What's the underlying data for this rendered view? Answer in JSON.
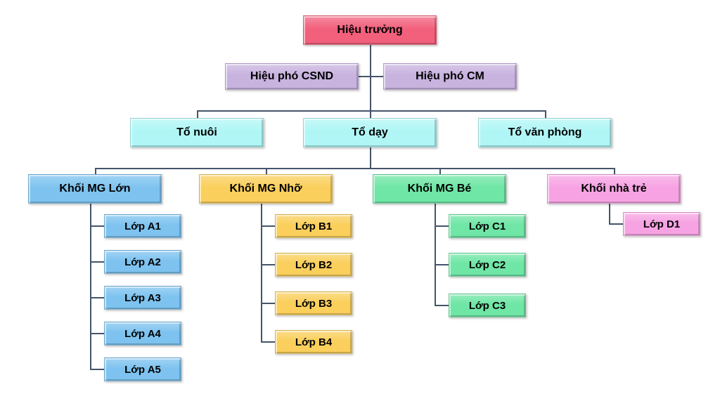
{
  "diagram": {
    "type": "org-chart",
    "root": {
      "label": "Hiệu trưởng",
      "color": "#F2607C"
    },
    "deputies": [
      {
        "label": "Hiệu phó CSND",
        "color": "#C8B3DF"
      },
      {
        "label": "Hiệu phó CM",
        "color": "#C8B3DF"
      }
    ],
    "teams": [
      {
        "label": "Tổ nuôi",
        "color": "#B0F6F6"
      },
      {
        "label": "Tổ dạy",
        "color": "#B0F6F6"
      },
      {
        "label": "Tổ văn phòng",
        "color": "#B0F6F6"
      }
    ],
    "groups": [
      {
        "label": "Khối MG Lớn",
        "color": "#7EC3EF",
        "classes": [
          "Lớp A1",
          "Lớp A2",
          "Lớp A3",
          "Lớp A4",
          "Lớp A5"
        ]
      },
      {
        "label": "Khối MG Nhỡ",
        "color": "#FACF5C",
        "classes": [
          "Lớp B1",
          "Lớp B2",
          "Lớp B3",
          "Lớp B4"
        ]
      },
      {
        "label": "Khối MG Bé",
        "color": "#6FE6A5",
        "classes": [
          "Lớp C1",
          "Lớp C2",
          "Lớp C3"
        ]
      },
      {
        "label": "Khối nhà trẻ",
        "color": "#F7A3E3",
        "classes": [
          "Lớp D1"
        ]
      }
    ],
    "line_color": "#44546A",
    "background": "#FFFFFF"
  }
}
